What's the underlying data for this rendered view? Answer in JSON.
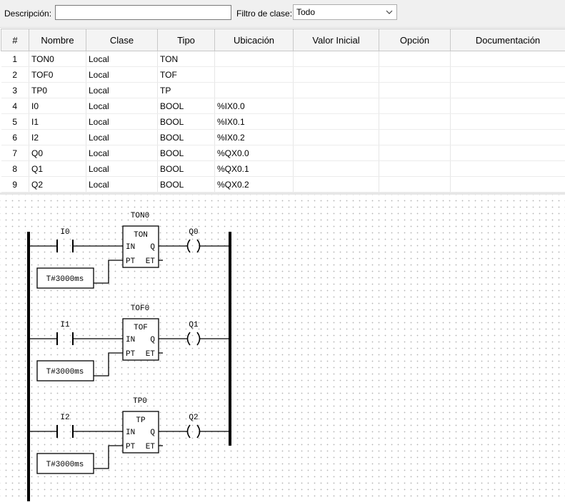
{
  "toolbar": {
    "description_label": "Descripción:",
    "description_value": "",
    "class_filter_label": "Filtro de clase:",
    "class_filter_value": "Todo"
  },
  "table": {
    "columns": [
      "#",
      "Nombre",
      "Clase",
      "Tipo",
      "Ubicación",
      "Valor Inicial",
      "Opción",
      "Documentación"
    ],
    "rows": [
      [
        "1",
        "TON0",
        "Local",
        "TON",
        "",
        "",
        "",
        ""
      ],
      [
        "2",
        "TOF0",
        "Local",
        "TOF",
        "",
        "",
        "",
        ""
      ],
      [
        "3",
        "TP0",
        "Local",
        "TP",
        "",
        "",
        "",
        ""
      ],
      [
        "4",
        "I0",
        "Local",
        "BOOL",
        "%IX0.0",
        "",
        "",
        ""
      ],
      [
        "5",
        "I1",
        "Local",
        "BOOL",
        "%IX0.1",
        "",
        "",
        ""
      ],
      [
        "6",
        "I2",
        "Local",
        "BOOL",
        "%IX0.2",
        "",
        "",
        ""
      ],
      [
        "7",
        "Q0",
        "Local",
        "BOOL",
        "%QX0.0",
        "",
        "",
        ""
      ],
      [
        "8",
        "Q1",
        "Local",
        "BOOL",
        "%QX0.1",
        "",
        "",
        ""
      ],
      [
        "9",
        "Q2",
        "Local",
        "BOOL",
        "%QX0.2",
        "",
        "",
        ""
      ]
    ]
  },
  "ladder": {
    "rungs": [
      {
        "block_instance": "TON0",
        "block_type": "TON",
        "input_contact": "I0",
        "output_coil": "Q0",
        "preset": "T#3000ms",
        "pin_in": "IN",
        "pin_q": "Q",
        "pin_pt": "PT",
        "pin_et": "ET"
      },
      {
        "block_instance": "TOF0",
        "block_type": "TOF",
        "input_contact": "I1",
        "output_coil": "Q1",
        "preset": "T#3000ms",
        "pin_in": "IN",
        "pin_q": "Q",
        "pin_pt": "PT",
        "pin_et": "ET"
      },
      {
        "block_instance": "TP0",
        "block_type": "TP",
        "input_contact": "I2",
        "output_coil": "Q2",
        "preset": "T#3000ms",
        "pin_in": "IN",
        "pin_q": "Q",
        "pin_pt": "PT",
        "pin_et": "ET"
      }
    ]
  }
}
